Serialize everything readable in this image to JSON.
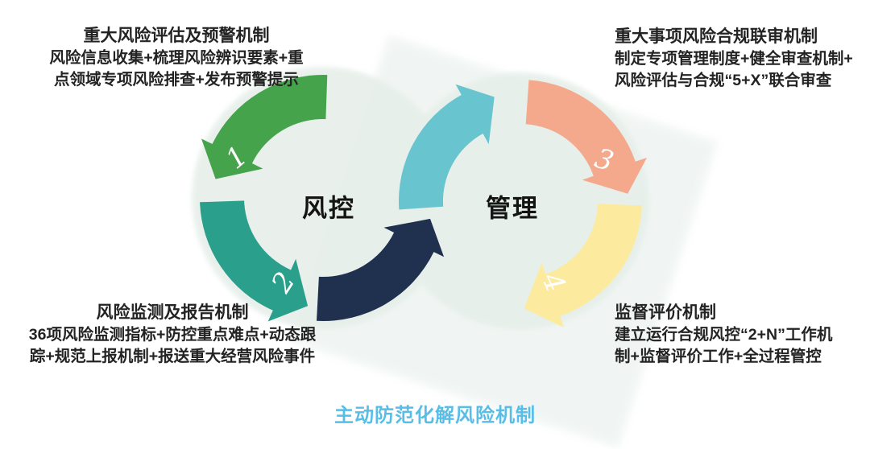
{
  "diagram": {
    "caption": "主动防范化解风险机制",
    "cycles": [
      {
        "label": "风控"
      },
      {
        "label": "管理"
      }
    ],
    "steps": [
      {
        "num": "1",
        "title": "重大风险评估及预警机制",
        "lines": [
          "风险信息收集+梳理风险辨识要素+重",
          "点领域专项风险排查+发布预警提示"
        ]
      },
      {
        "num": "2",
        "title": "风险监测及报告机制",
        "lines": [
          "36项风险监测指标+防控重点难点+动态跟",
          "踪+规范上报机制+报送重大经营风险事件"
        ]
      },
      {
        "num": "3",
        "title": "重大事项风险合规联审机制",
        "lines": [
          "制定专项管理制度+健全审查机制+",
          "风险评估与合规“5+X”联合审查"
        ]
      },
      {
        "num": "4",
        "title": "监督评价机制",
        "lines": [
          "建立运行合规风控“2+N”工作机",
          "制+监督评价工作+全过程管控"
        ]
      }
    ],
    "colors": {
      "step1": "#45A34B",
      "step2": "#2AA08C",
      "link_arrow": "#20304F",
      "intro_arrow": "#68C4CE",
      "step3": "#F4A98D",
      "step4": "#FCEB9F",
      "caption": "#58BEE8",
      "halo": "#E6EFEA"
    }
  }
}
